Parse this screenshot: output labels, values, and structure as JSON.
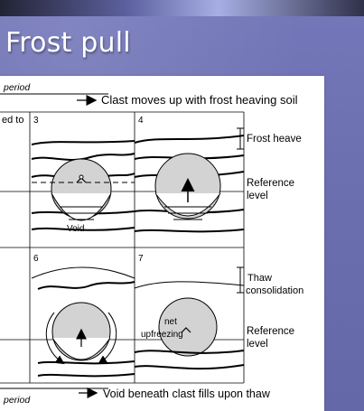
{
  "slide": {
    "title": "Frost pull"
  },
  "figure": {
    "top_period_label": "period",
    "top_arrow_text": "Clast moves up with frost heaving soil",
    "panel_1_fragment": "ed to",
    "panel_numbers": [
      "3",
      "4",
      "6",
      "7"
    ],
    "frost_heave_label": "Frost heave",
    "reference_level_label_line1": "Reference",
    "reference_level_label_line2": "level",
    "void_label": "Void",
    "thaw_consolidation_line1": "Thaw",
    "thaw_consolidation_line2": "consolidation",
    "net_upfreezing_line1": "net",
    "net_upfreezing_line2": "upfreezing",
    "bottom_period_label": "period",
    "bottom_arrow_text": "Void beneath clast fills upon thaw"
  },
  "colors": {
    "slide_bg": "#6f73b4",
    "figure_bg": "#ffffff",
    "ink": "#000000",
    "clast_fill": "#d3d3d3"
  }
}
